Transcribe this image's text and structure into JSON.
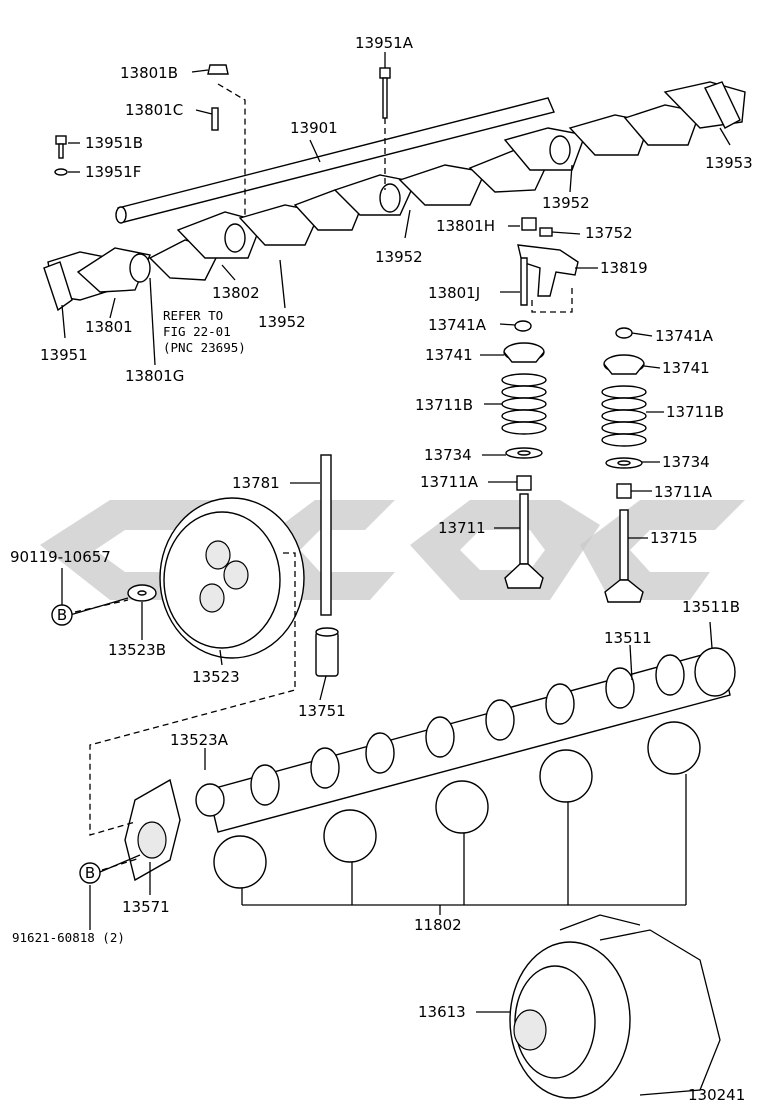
{
  "diagram_id": "130241",
  "markers": {
    "b": "B"
  },
  "labels": {
    "p13951A": "13951A",
    "p13801B": "13801B",
    "p13801C": "13801C",
    "p13901": "13901",
    "p13951B": "13951B",
    "p13951F": "13951F",
    "p13953": "13953",
    "p13952a": "13952",
    "p13952b": "13952",
    "p13952c": "13952",
    "p13802": "13802",
    "p13801": "13801",
    "p13951": "13951",
    "p13801G": "13801G",
    "p13801H": "13801H",
    "p13752": "13752",
    "p13819": "13819",
    "p13801J": "13801J",
    "p13741Aa": "13741A",
    "p13741Ab": "13741A",
    "p13741a": "13741",
    "p13741b": "13741",
    "p13711Ba": "13711B",
    "p13711Bb": "13711B",
    "p13734a": "13734",
    "p13734b": "13734",
    "p13711Aa": "13711A",
    "p13711Ab": "13711A",
    "p13711": "13711",
    "p13715": "13715",
    "p13781": "13781",
    "p90119": "90119-10657",
    "p13523B": "13523B",
    "p13523": "13523",
    "p13751": "13751",
    "p13511B": "13511B",
    "p13511": "13511",
    "p13523A": "13523A",
    "p13571": "13571",
    "p91621": "91621-60818 (2)",
    "p11802": "11802",
    "p13613": "13613"
  },
  "refer_note": [
    "REFER TO",
    "FIG 22-01",
    "(PNC 23695)"
  ]
}
